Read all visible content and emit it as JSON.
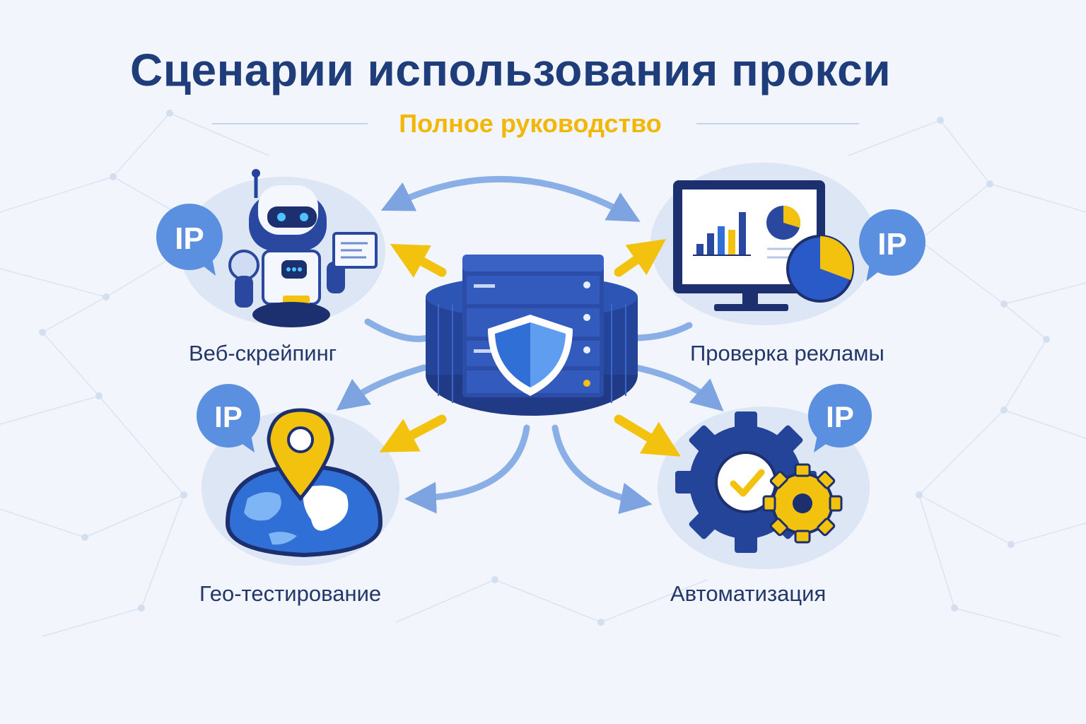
{
  "header": {
    "title": "Сценарии использования прокси",
    "subtitle": "Полное руководство"
  },
  "badges": {
    "ip": "IP"
  },
  "scenarios": [
    {
      "label": "Веб-скрейпинг",
      "icon": "robot-icon"
    },
    {
      "label": "Проверка рекламы",
      "icon": "monitor-chart-icon"
    },
    {
      "label": "Гео-тестирование",
      "icon": "globe-pin-icon"
    },
    {
      "label": "Автоматизация",
      "icon": "gears-check-icon"
    }
  ],
  "center": {
    "icon": "proxy-server-shield-icon"
  },
  "colors": {
    "navy": "#1e3d7a",
    "blue": "#2f5fc4",
    "accent_yellow": "#f2b705",
    "light_blue": "#6f9ee0",
    "background": "#f2f5fb"
  }
}
